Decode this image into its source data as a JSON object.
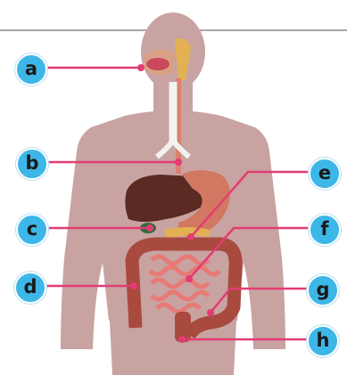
{
  "diagram": {
    "labels": [
      "a",
      "b",
      "c",
      "d",
      "e",
      "f",
      "g",
      "h"
    ]
  },
  "colors": {
    "badge": "#3db7e8",
    "leader_line": "#e23c73",
    "body": "#c8a3a1"
  }
}
